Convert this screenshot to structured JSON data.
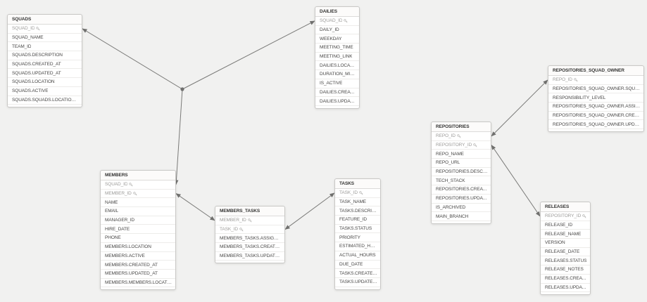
{
  "diagram": {
    "type": "entity-relationship",
    "colors": {
      "background": "#f1f1f0",
      "table_bg": "#ffffff",
      "table_border": "#c9c8c6",
      "header_text": "#333332",
      "field_text": "#474645",
      "key_field_text": "#9c9b99",
      "edge": "#7a7a78",
      "arrow": "#70706e"
    },
    "tables": [
      {
        "name": "SQUADS",
        "fields": [
          {
            "label": "SQUAD_ID",
            "key": true
          },
          {
            "label": "SQUAD_NAME",
            "key": false
          },
          {
            "label": "TEAM_ID",
            "key": false
          },
          {
            "label": "SQUADS.DESCRIPTION",
            "key": false
          },
          {
            "label": "SQUADS.CREATED_AT",
            "key": false
          },
          {
            "label": "SQUADS.UPDATED_AT",
            "key": false
          },
          {
            "label": "SQUADS.LOCATION",
            "key": false
          },
          {
            "label": "SQUADS.ACTIVE",
            "key": false
          },
          {
            "label": "SQUADS.SQUADS.LOCATION_GeoInfo",
            "key": false
          }
        ]
      },
      {
        "name": "DAILIES",
        "fields": [
          {
            "label": "SQUAD_ID",
            "key": true
          },
          {
            "label": "DAILY_ID",
            "key": false
          },
          {
            "label": "WEEKDAY",
            "key": false
          },
          {
            "label": "MEETING_TIME",
            "key": false
          },
          {
            "label": "MEETING_LINK",
            "key": false
          },
          {
            "label": "DAILIES.LOCATION",
            "key": false
          },
          {
            "label": "DURATION_MINUTES",
            "key": false
          },
          {
            "label": "IS_ACTIVE",
            "key": false
          },
          {
            "label": "DAILIES.CREATED_AT",
            "key": false
          },
          {
            "label": "DAILIES.UPDATED_AT",
            "key": false
          }
        ]
      },
      {
        "name": "MEMBERS",
        "fields": [
          {
            "label": "SQUAD_ID",
            "key": true
          },
          {
            "label": "MEMBER_ID",
            "key": true
          },
          {
            "label": "NAME",
            "key": false
          },
          {
            "label": "EMAIL",
            "key": false
          },
          {
            "label": "MANAGER_ID",
            "key": false
          },
          {
            "label": "HIRE_DATE",
            "key": false
          },
          {
            "label": "PHONE",
            "key": false
          },
          {
            "label": "MEMBERS.LOCATION",
            "key": false
          },
          {
            "label": "MEMBERS.ACTIVE",
            "key": false
          },
          {
            "label": "MEMBERS.CREATED_AT",
            "key": false
          },
          {
            "label": "MEMBERS.UPDATED_AT",
            "key": false
          },
          {
            "label": "MEMBERS.MEMBERS.LOCATION_GeoInfo",
            "key": false
          }
        ]
      },
      {
        "name": "MEMBERS_TASKS",
        "fields": [
          {
            "label": "MEMBER_ID",
            "key": true
          },
          {
            "label": "TASK_ID",
            "key": true
          },
          {
            "label": "MEMBERS_TASKS.ASSIGNED_DATE",
            "key": false
          },
          {
            "label": "MEMBERS_TASKS.CREATED_AT",
            "key": false
          },
          {
            "label": "MEMBERS_TASKS.UPDATED_AT",
            "key": false
          }
        ]
      },
      {
        "name": "TASKS",
        "fields": [
          {
            "label": "TASK_ID",
            "key": true
          },
          {
            "label": "TASK_NAME",
            "key": false
          },
          {
            "label": "TASKS.DESCRIPTION",
            "key": false
          },
          {
            "label": "FEATURE_ID",
            "key": false
          },
          {
            "label": "TASKS.STATUS",
            "key": false
          },
          {
            "label": "PRIORITY",
            "key": false
          },
          {
            "label": "ESTIMATED_HOURS",
            "key": false
          },
          {
            "label": "ACTUAL_HOURS",
            "key": false
          },
          {
            "label": "DUE_DATE",
            "key": false
          },
          {
            "label": "TASKS.CREATED_AT",
            "key": false
          },
          {
            "label": "TASKS.UPDATED_AT",
            "key": false
          }
        ]
      },
      {
        "name": "REPOSITORIES",
        "fields": [
          {
            "label": "REPO_ID",
            "key": true
          },
          {
            "label": "REPOSITORY_ID",
            "key": true
          },
          {
            "label": "REPO_NAME",
            "key": false
          },
          {
            "label": "REPO_URL",
            "key": false
          },
          {
            "label": "REPOSITORIES.DESCRIPTION",
            "key": false
          },
          {
            "label": "TECH_STACK",
            "key": false
          },
          {
            "label": "REPOSITORIES.CREATED_AT",
            "key": false
          },
          {
            "label": "REPOSITORIES.UPDATED_AT",
            "key": false
          },
          {
            "label": "IS_ARCHIVED",
            "key": false
          },
          {
            "label": "MAIN_BRANCH",
            "key": false
          }
        ]
      },
      {
        "name": "REPOSITORIES_SQUAD_OWNER",
        "fields": [
          {
            "label": "REPO_ID",
            "key": true
          },
          {
            "label": "REPOSITORIES_SQUAD_OWNER.SQUAD_ID",
            "key": false
          },
          {
            "label": "RESPONSIBILITY_LEVEL",
            "key": false
          },
          {
            "label": "REPOSITORIES_SQUAD_OWNER.ASSIGNED_DATE",
            "key": false
          },
          {
            "label": "REPOSITORIES_SQUAD_OWNER.CREATED_AT",
            "key": false
          },
          {
            "label": "REPOSITORIES_SQUAD_OWNER.UPDATED_AT",
            "key": false
          }
        ]
      },
      {
        "name": "RELEASES",
        "fields": [
          {
            "label": "REPOSITORY_ID",
            "key": true
          },
          {
            "label": "RELEASE_ID",
            "key": false
          },
          {
            "label": "RELEASE_NAME",
            "key": false
          },
          {
            "label": "VERSION",
            "key": false
          },
          {
            "label": "RELEASE_DATE",
            "key": false
          },
          {
            "label": "RELEASES.STATUS",
            "key": false
          },
          {
            "label": "RELEASE_NOTES",
            "key": false
          },
          {
            "label": "RELEASES.CREATED_AT",
            "key": false
          },
          {
            "label": "RELEASES.UPDATED_AT",
            "key": false
          }
        ]
      }
    ],
    "relationships": [
      {
        "kind": "junction",
        "members": [
          {
            "table": "SQUADS",
            "field": "SQUAD_ID"
          },
          {
            "table": "DAILIES",
            "field": "SQUAD_ID"
          },
          {
            "table": "MEMBERS",
            "field": "SQUAD_ID"
          }
        ]
      },
      {
        "kind": "edge",
        "a": {
          "table": "MEMBERS",
          "field": "MEMBER_ID"
        },
        "b": {
          "table": "MEMBERS_TASKS",
          "field": "MEMBER_ID"
        }
      },
      {
        "kind": "edge",
        "a": {
          "table": "MEMBERS_TASKS",
          "field": "TASK_ID"
        },
        "b": {
          "table": "TASKS",
          "field": "TASK_ID"
        }
      },
      {
        "kind": "edge",
        "a": {
          "table": "REPOSITORIES",
          "field": "REPO_ID"
        },
        "b": {
          "table": "REPOSITORIES_SQUAD_OWNER",
          "field": "REPO_ID"
        }
      },
      {
        "kind": "edge",
        "a": {
          "table": "REPOSITORIES",
          "field": "REPOSITORY_ID"
        },
        "b": {
          "table": "RELEASES",
          "field": "REPOSITORY_ID"
        }
      }
    ]
  }
}
